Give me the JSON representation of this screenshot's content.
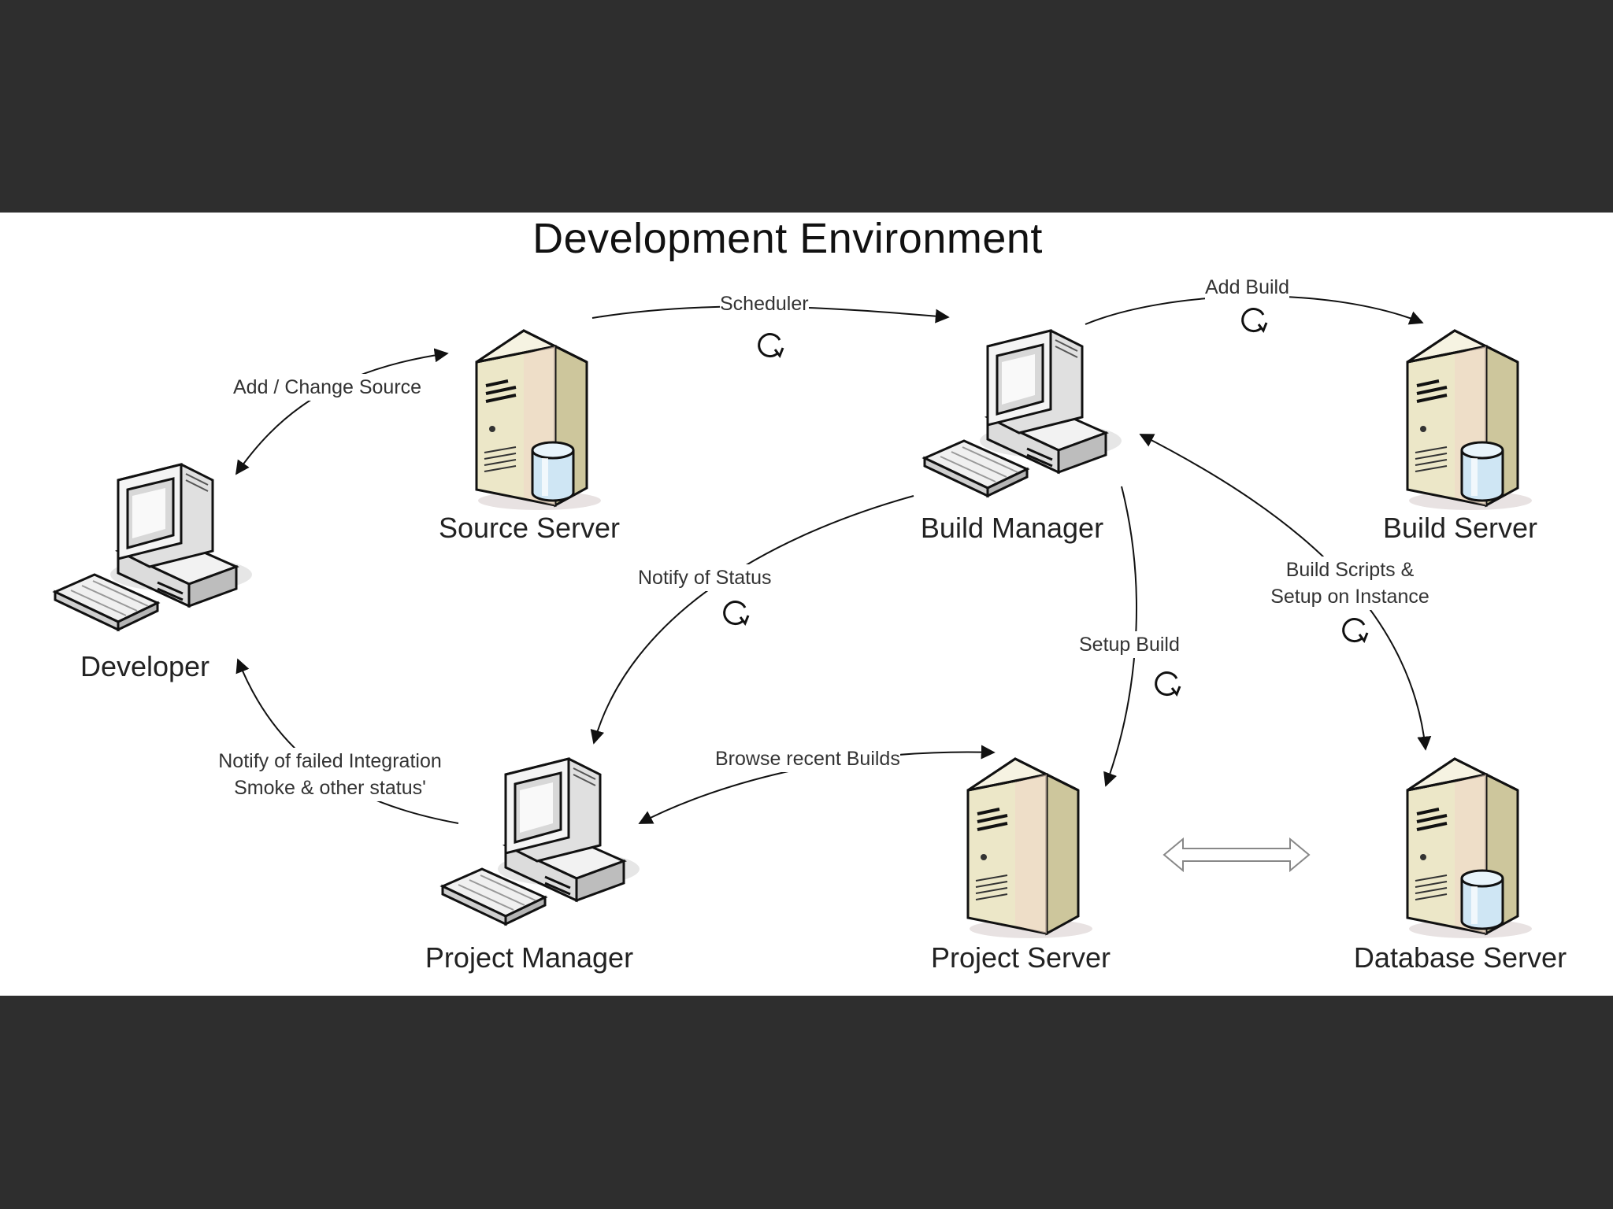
{
  "title": "Development Environment",
  "nodes": {
    "developer": "Developer",
    "source_server": "Source Server",
    "build_manager": "Build Manager",
    "build_server": "Build Server",
    "project_manager": "Project Manager",
    "project_server": "Project Server",
    "database_server": "Database Server"
  },
  "edges": {
    "add_change_source": "Add / Change Source",
    "scheduler": "Scheduler",
    "add_build": "Add Build",
    "notify_status": "Notify of Status",
    "setup_build": "Setup Build",
    "build_scripts_1": "Build Scripts &",
    "build_scripts_2": "Setup on Instance",
    "browse_builds": "Browse recent Builds",
    "notify_failed_1": "Notify of failed Integration",
    "notify_failed_2": "Smoke & other status'"
  },
  "icons": {
    "server": "server-tower-icon",
    "workstation": "workstation-icon",
    "database": "database-cylinder-icon",
    "cycle": "cycle-arrow-icon"
  },
  "colors": {
    "background": "#2e2e2e",
    "slide": "#ffffff",
    "server_body": "#e9e4c2",
    "database": "#cfe6f4"
  }
}
